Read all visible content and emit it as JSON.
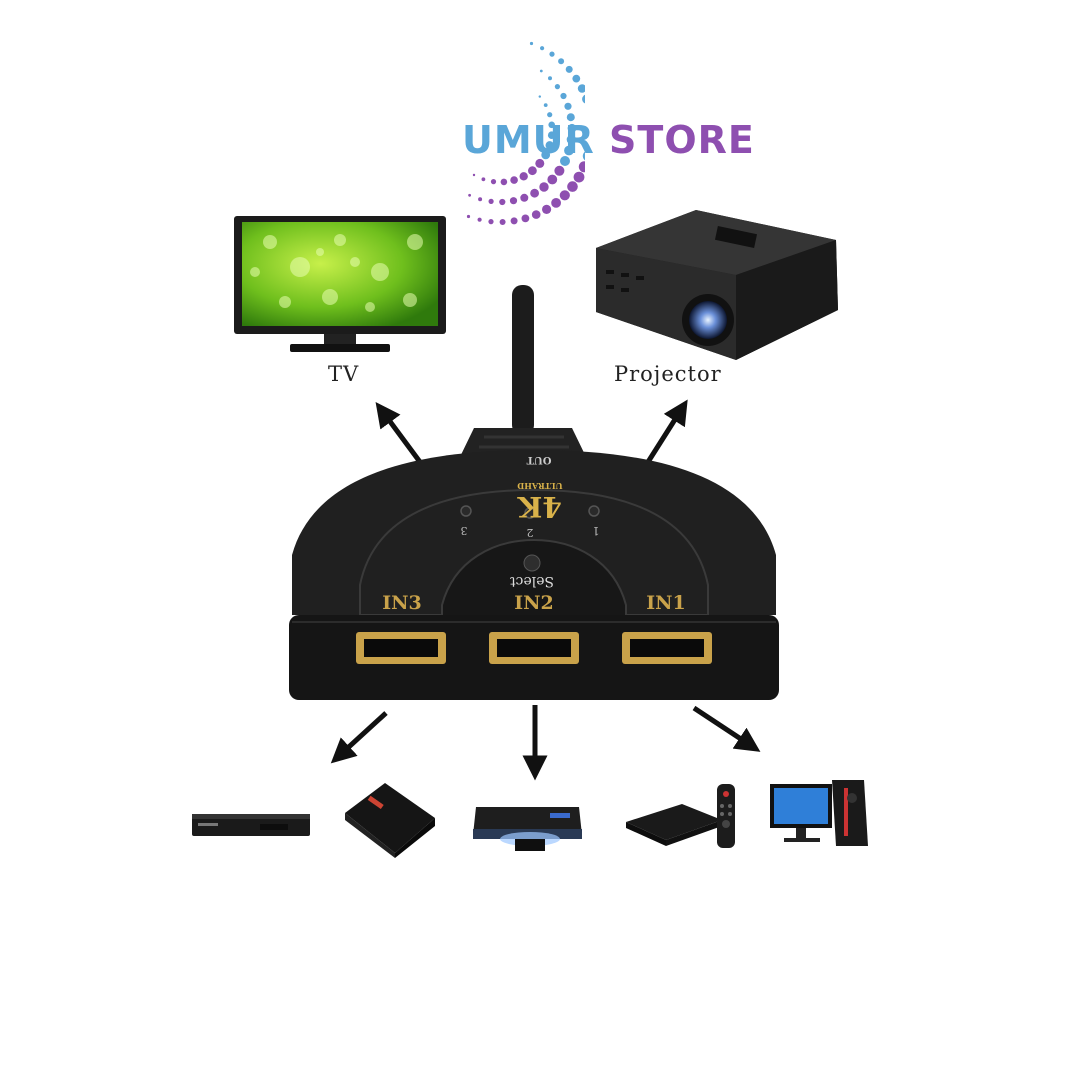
{
  "brand": {
    "name_part1": "UMUR",
    "name_part2": "STORE",
    "colors": {
      "primary": "#5aa6d8",
      "secondary": "#8e4fb0"
    }
  },
  "outputs": {
    "tv_label": "TV",
    "projector_label": "Projector"
  },
  "switch": {
    "out_label": "OUT",
    "brand_4k": "4K",
    "brand_sub": "ULTRAHD",
    "select_label": "Select",
    "leds": [
      "3",
      "2",
      "1"
    ],
    "ports": [
      "IN3",
      "IN2",
      "IN1"
    ]
  },
  "sources": [
    "set-top-box",
    "streaming-box",
    "blu-ray-player",
    "android-tv-box",
    "desktop-pc"
  ]
}
